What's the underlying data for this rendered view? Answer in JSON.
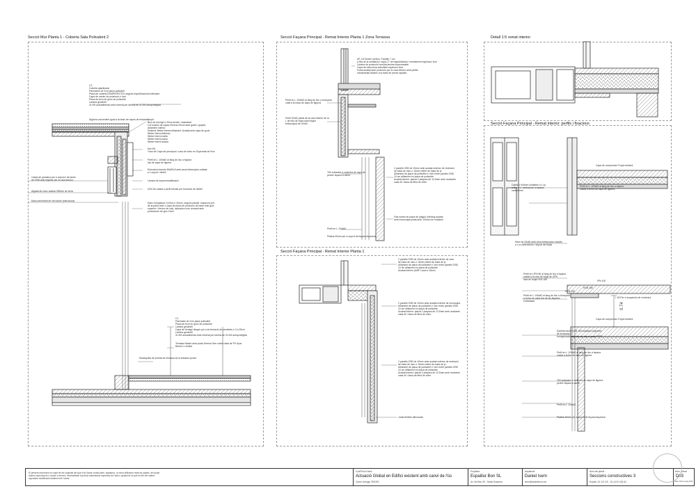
{
  "panels": {
    "p1_title": "Secció Mur Planta 1 - Coberta Sala Polivalent 2",
    "p2_title": "Secció Façana Principal - Remat Interior Planta 1 Zona Terrassa",
    "p3_title": "Detall 1:5 remat interior",
    "p4_title": "Secció Façana Principal - Remat interior: perfils i fixacions",
    "p5_title": "Secció Façana Principal - Remat Interior Planta 1"
  },
  "notes": {
    "n1": "C3\nCoberta ajardinada\nParmàstre de 2cm placa polisotirè\nPlaca de coberta EDMPATROTOL segons especificacions fabricant\nCapa de morter de protecció e 4cm\nPlaca de 6cm de gruix de polisotirè\nLàmina geotextil\nXLXM autoadherida amb mineral per lámina de XLXM autoprotegida",
    "n2": "Aïgüera convenient igual a la base de capes de fresadra",
    "n3": "Ampit\nBloc de formigó e 20cm armat i massissat\nCol·locació de capes Serena 20mm amb guiès i grapes\nAïllament interior\nSistema Weber thermi aïllament: Acabat amb capa de gruix\n   Weber therm Adhesiu\n   Weber therm malla\n   Weber therm placa\n   Weber therm acaba",
    "n4": "Mur M1\nTram de Capa de percepció i cara de totxo en Supermat de 9cm",
    "n5": "Perfil en L 100x60 al fang de lloc a façana\nlols de capa de figuera",
    "n6": "Estructura tubular 80x80x3 amb peus telescòpics soldats\na L suport i dintell",
    "n7": "Làmina de impermeabilització",
    "n8": "UDX-50 soldat a perfil tubular per formació de dintell",
    "n9": "Calaix de persiana per a cúpmen de tauler\nde OSB amb registre per la cara interior",
    "n10": "Algada de marc acabat 350mm de terra",
    "n11": "Marc perimetral de xim tauler (estructura)",
    "n12": "Marc d'ampliació 1x2mm e 40mm, segons planell. Inspecció per\nde la paret amb 1 capa de pleca de protecció de base amb guix\nsuperior i d'estuc de calç, aplicada a mur avarant amb\nprotectores de guix 10cm",
    "n13": "C1\nParimatre de 2cm placa polisotirè\nPlaca de 6cm en gruix de polisotirè\nLàmina geotextil\nCapa de formigó lleuger per a la formació de pendents e 3 a 25cm\nLàmina geotextil\nXLXM autoadherida amb mineral per lámina de XLXM autoprotegida",
    "n14": "Terrassa flotant amb posta Serena 3cm sobre rasta de PV tipus\nButech o similar",
    "n15": "Manisquilla de sorlida de terrassa de la fotoàrea pedra",
    "n16": "AP_03 Morter continu. Facilitin 7 cm\na fixa de la ventilació i capa CT de regularització i revestiment espessor 4cm\nLàmina de protecció humida làmina impermeable\nCapa de estructura anivellant espessor 6cm\nFusta acabat amb protecció per la cara interior amb perfils\nmecanitzats fixades a la base de peces ràpides",
    "n17": "Perfil en L 100x60 al fang de lloc a la façana\ncolat a la trava de capa de figuera",
    "n18": "Perfil 20x60 pintat de la cara interior de la\nL de ridó de fusta amb traque\ntelescòpica de 20x60",
    "n19": "T60 soldades a cada tira de capa de\npedrer façana a carrer",
    "n20": "2 panells OSB de 10mm amb acabat exterior de restricció\nde fusta de meu e 16mm referit de fusta de pi\nAïllament de placa de polisotirè e 2cm entre panells OSB\n10 cm aïllament en placa de polisotirè\nAcabat interior: placat 2 plaques de 12,5mm amb muntants\ncada 40 i llana de fibra de vidre",
    "n21": "Fals sostre de placa de plaguir hidròfug acabat\namb monocapa pintat amb 100mm de mollares",
    "n22": "Perfil en L 100x60",
    "n23": "Platina 40mm per a suport de façana façanera",
    "n24": "2 panells OSB de 10mm amb acabat exterior de cara\nde fusta de meu e 16mm referit de fusta de pi\nAïllament de placa de polisotirè e 2cm entre panells OSB\n10 cm aïllament en placa de polisotirè\nAcabat interior (UMF Lacat e 18mm",
    "n25": "2 panells OSB de 10mm amb acabat exterior de monocapa\nAïllament de placa de polisotirè e 2cm entre panells OSB\n10 cm aïllament en placa de polisotirè\nAcabat interior: placat 2 plaques de 12,5mm amb muntants\ncada 40 i llana de fibra de vidre",
    "n26": "2 panells OSB de 10mm amb acabat exterior de restricció\nde fusta de meu e 16mm referit de fusta de pi\nAïllament de placa de polisotirè e 2cm entre panells OSB\n10 cm aïllament en placa de polisotirè\nAcabat interior: placat 2 plaques de 12,5mm amb muntants\ncada 40 i llana de fibra de vidre",
    "n27": "Junta flexible afinonada",
    "n28": "Capa de compressió      Forjat existent",
    "n29": "Calaix 1 fin3mm soldades a 1 cp\na fixar tub vertical per a façana\ncantoneres",
    "n30": "Perfil en L 100x60 al fang de lloc a façana\nsoldat a la tira de capa de figuera",
    "n31": "Marc de 20x60 amb peus telescòpics soldats\na L la cara interior i suport del forjat",
    "n32": "Perfil en UPN 80 al fang de lloc a façana\nsoldat a la cara de forjat de UPN\nlosa de forjat HCB 180",
    "n33": "Perfil en L 100x60 al fang de lloc a la façana\na la tira de cada tira de las façanes\nembedada",
    "n34": "Subestructura HCB 180 soldada a figueres\nde la façana\nformigonada cada tira de dos lo cada TYPE",
    "n35": "Perfil en L 120x80 al fang de lloc a façana\nsoldat a la tira de capa de figuera",
    "n36": "T60 soldades a cada tira de capa de figuera\npedrer façana a carrer",
    "n37": "Perfil en L 100x60",
    "n38": "Platina 40mm per a suport de façana façanera",
    "n39": "Capa de compressió      Forjat existent",
    "n40": "L 60 Per a suspensió de ceràmica"
  },
  "dims": {
    "d1": "0.74",
    "d2": "HCB 180",
    "d3": "IPN 100",
    "d4": "HCB 100"
  },
  "titleblock": {
    "disclaimer": "El present document es còpia de les originals del que s'ha l'autor consta amb, signatura. La seva utilització resta de pautes, del quals\nautor/a reproducció o cessió a tercers, necessitaran la prèvia autorització expressa de l'autor, qualsevol ús que es fes del mateix\nsuposaria modificació totalment de l'autor.",
    "c1_label": "Codi/Títol d'obra",
    "c1_value": "Actuació Global en Edifici existent amb canvi de l'ús",
    "c1_sub": "Carrer Ureaga, 999-991",
    "c2_label": "Propietat",
    "c2_value": "Espaillur Bon SL",
    "c2_sub": "Av. del Mar, 99 - Santa Susanna",
    "c3_label": "Arquitecte",
    "c3_value": "Daniel Isern",
    "c3_sub": "isern@danielisern.cat",
    "c4_label": "Nom del plànol",
    "c4_value": "Seccions constructives 3",
    "c4_sub": "Escala: 1/1 1/2 1/5 - 1/1 (1/10 1/5) A3",
    "c5_label": "Núm. plànol",
    "c5_value": "D03",
    "c5_sub": "Data: 09 de maig 2016"
  }
}
